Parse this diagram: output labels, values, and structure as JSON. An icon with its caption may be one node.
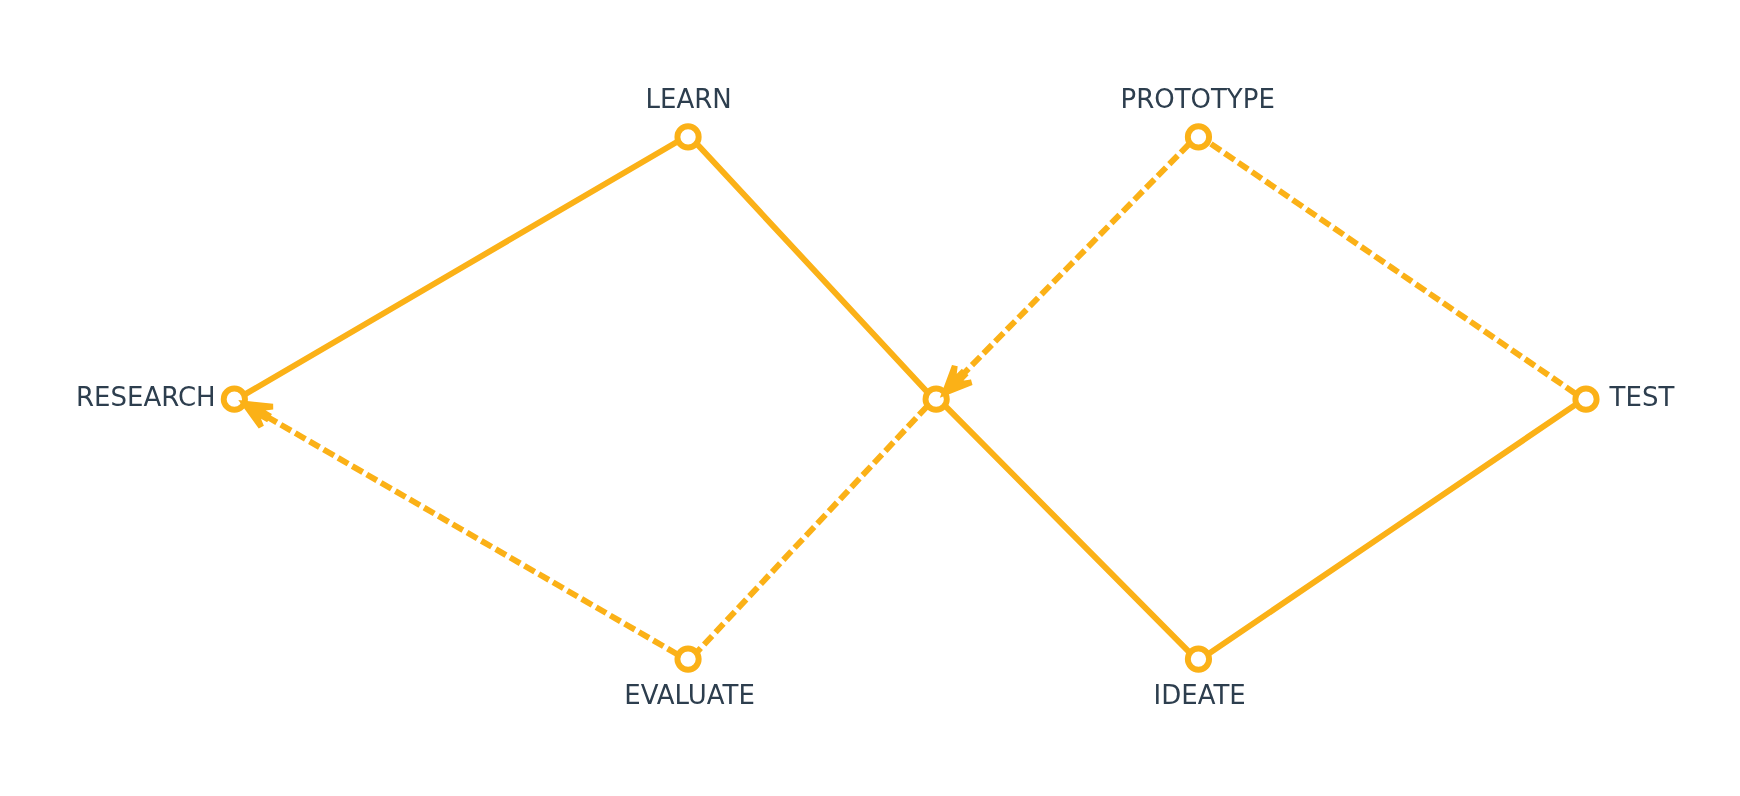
{
  "diagram": {
    "nodes": [
      {
        "text": [],
        "shape": "circle",
        "beside": [
          "LEARN"
        ]
      },
      {
        "text": [],
        "shape": "circle",
        "beside": [
          "PROTOTYPE"
        ]
      },
      {
        "text": [],
        "shape": "circle",
        "beside": [
          "TEST"
        ]
      },
      {
        "text": [],
        "shape": "circle"
      },
      {
        "text": [],
        "shape": "circle",
        "beside": [
          "RESEARCH"
        ]
      },
      {
        "text": [],
        "shape": "circle",
        "beside": [
          "EVALUATE"
        ]
      },
      {
        "text": [],
        "shape": "circle",
        "beside": [
          "IDEATE"
        ]
      }
    ],
    "edges": [
      {
        "from": 4,
        "to": 0,
        "arrow": "none"
      },
      {
        "from": 0,
        "to": 3,
        "arrow": "none"
      },
      {
        "from": 3,
        "to": 6,
        "arrow": "none"
      },
      {
        "from": 6,
        "to": 2,
        "arrow": "none"
      },
      {
        "from": 2,
        "to": 1,
        "arrow": "none",
        "style": "dashed"
      },
      {
        "from": 1,
        "to": 3,
        "arrow": "to",
        "style": "dashed"
      },
      {
        "from": 3,
        "to": 5,
        "arrow": "none",
        "style": "dashed"
      },
      {
        "from": 5,
        "to": 4,
        "arrow": "to",
        "style": "dashed"
      }
    ]
  }
}
